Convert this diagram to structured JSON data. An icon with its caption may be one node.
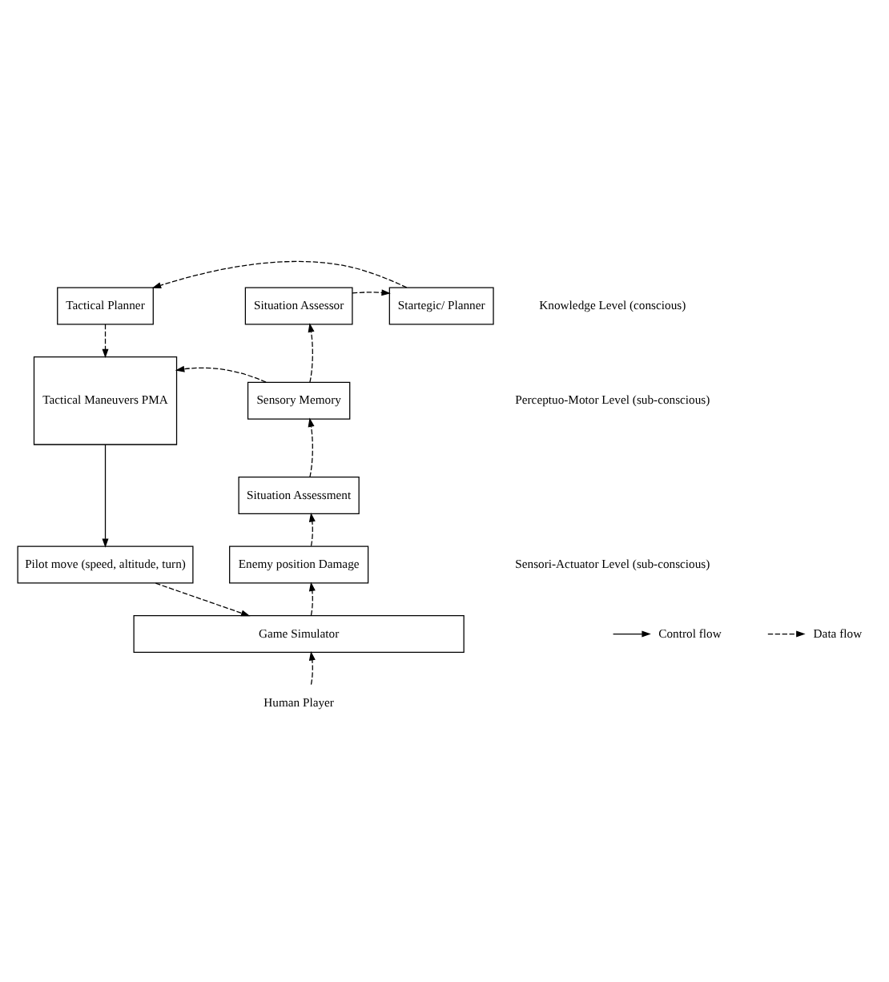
{
  "diagram": {
    "nodes": [
      {
        "text": [
          "Tactical Planner"
        ]
      },
      {
        "text": [
          "Startegic/ Planner"
        ]
      },
      {
        "text": [
          "Situation Assessor"
        ]
      },
      {
        "text": [
          "Tactical Maneuvers PMA"
        ]
      },
      {
        "text": [
          "Sensory Memory"
        ]
      },
      {
        "text": [
          "Situation Assessment"
        ]
      },
      {
        "text": [
          "Pilot move (speed, altitude, turn)"
        ]
      },
      {
        "text": [
          "Enemy position Damage"
        ]
      },
      {
        "text": [
          "Game Simulator"
        ]
      },
      {
        "text": [
          "Human Player"
        ]
      }
    ],
    "edges": [
      {
        "from": 2,
        "to": 1,
        "arrow": "to",
        "style": "dashed"
      },
      {
        "from": 1,
        "to": 0,
        "arrow": "to",
        "style": "dashed"
      },
      {
        "from": 0,
        "to": 3,
        "arrow": "to",
        "style": "dashed"
      },
      {
        "from": 4,
        "to": 3,
        "arrow": "to",
        "style": "dashed"
      },
      {
        "from": 4,
        "to": 2,
        "arrow": "to",
        "style": "dashed"
      },
      {
        "from": 5,
        "to": 4,
        "arrow": "to",
        "style": "dashed"
      },
      {
        "from": 3,
        "to": 6,
        "arrow": "to"
      },
      {
        "from": 7,
        "to": 5,
        "arrow": "to",
        "style": "dashed"
      },
      {
        "from": 6,
        "to": 8,
        "arrow": "to",
        "style": "dashed"
      },
      {
        "from": 8,
        "to": 7,
        "arrow": "to",
        "style": "dashed"
      },
      {
        "from": 9,
        "to": 8,
        "arrow": "to",
        "style": "dashed"
      }
    ],
    "labels": [
      "Knowledge Level (conscious)",
      "Perceptuo-Motor Level (sub-conscious)",
      "Sensori-Actuator Level (sub-conscious)"
    ],
    "legend": [
      {
        "text": "Control flow"
      },
      {
        "text": "Data flow"
      }
    ]
  }
}
